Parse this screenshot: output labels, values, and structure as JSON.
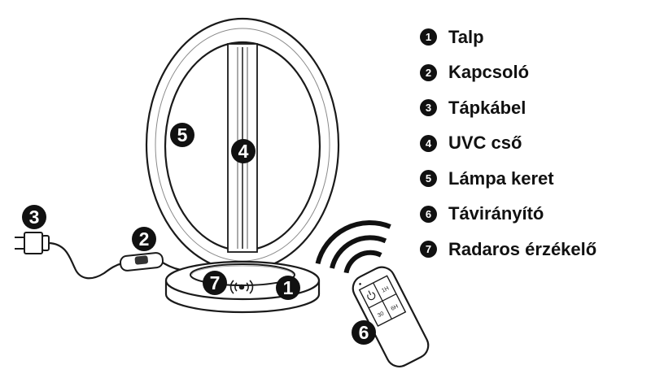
{
  "legend": [
    {
      "num": "1",
      "label": "Talp"
    },
    {
      "num": "2",
      "label": "Kapcsoló"
    },
    {
      "num": "3",
      "label": "Tápkábel"
    },
    {
      "num": "4",
      "label": "UVC cső"
    },
    {
      "num": "5",
      "label": "Lámpa keret"
    },
    {
      "num": "6",
      "label": "Távirányító"
    },
    {
      "num": "7",
      "label": "Radaros érzékelő"
    }
  ],
  "callouts": {
    "base": "1",
    "switch": "2",
    "cable": "3",
    "tube": "4",
    "frame": "5",
    "remote": "6",
    "radar": "7"
  },
  "remote_buttons": {
    "top_right": "1H",
    "mid_right": "6H",
    "bottom_left": "30"
  },
  "colors": {
    "ink": "#111111",
    "line": "#1a1a1a",
    "fill": "#ffffff"
  }
}
